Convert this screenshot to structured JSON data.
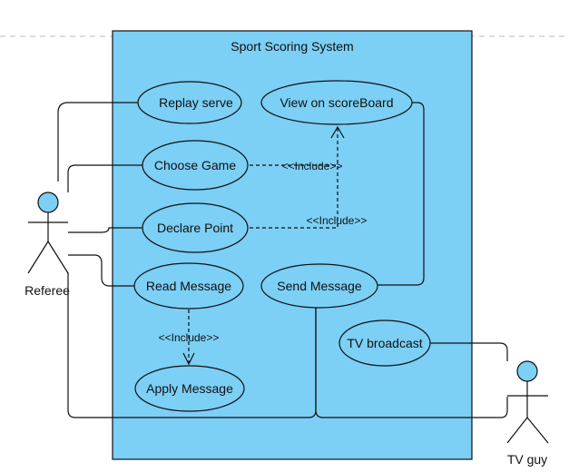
{
  "colors": {
    "system_fill": "#7ccff5",
    "usecase_fill": "#7ccff5",
    "actor_head": "#7ccff5",
    "line": "#111111",
    "page_guide": "#bbbbbb"
  },
  "system": {
    "title": "Sport Scoring System"
  },
  "actors": {
    "referee": {
      "label": "Referee"
    },
    "tv_guy": {
      "label": "TV guy"
    }
  },
  "use_cases": {
    "replay_serve": "Replay serve",
    "view_scoreboard": "View on scoreBoard",
    "choose_game": "Choose Game",
    "declare_point": "Declare Point",
    "read_message": "Read Message",
    "send_message": "Send Message",
    "tv_broadcast": "TV broadcast",
    "apply_message": "Apply Message"
  },
  "relations": {
    "include_choose_game": "<<Include>>",
    "include_declare_point": "<<Include>>",
    "include_read_message": "<<Include>>"
  }
}
